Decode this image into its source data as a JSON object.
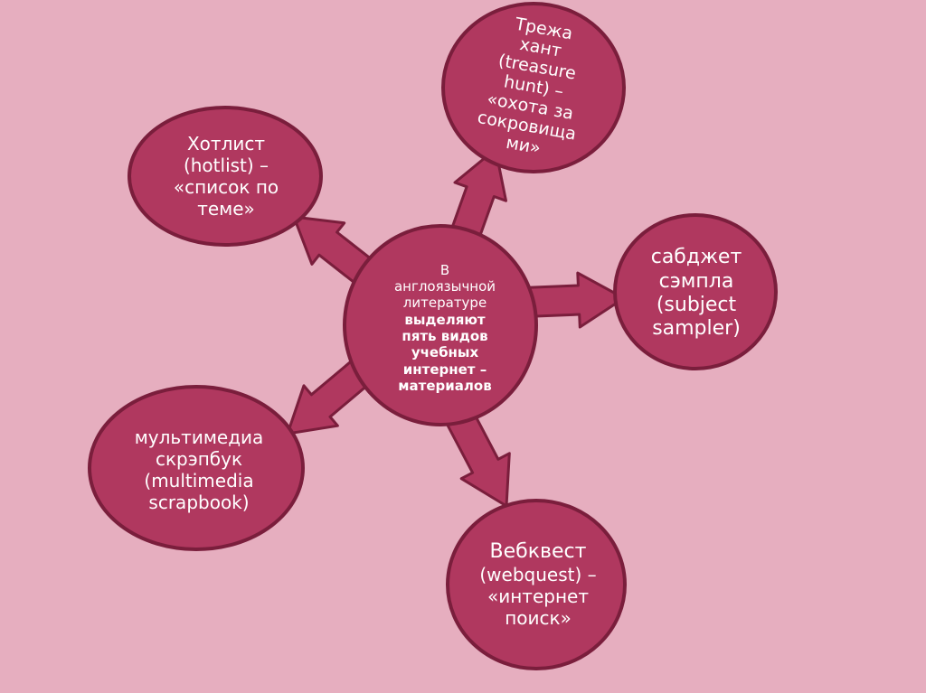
{
  "diagram": {
    "center": {
      "lines": [
        "В",
        "англоязычной",
        "литературе"
      ],
      "bold_lines": [
        "выделяют",
        "пять видов",
        "учебных",
        "интернет –",
        "материалов"
      ]
    },
    "nodes": {
      "hotlist": {
        "lines": [
          "Хотлист",
          "(hotlist) –",
          "«список по",
          "теме»"
        ]
      },
      "treasure_hunt": {
        "lines": [
          "Трежа",
          "хант",
          "(treasure",
          "hunt) –",
          "«охота за",
          "сокровища",
          "ми»"
        ]
      },
      "subject_sampler": {
        "lines": [
          "сабджет",
          "сэмпла",
          "(subject",
          "sampler)"
        ]
      },
      "multimedia_scrapbook": {
        "lines": [
          "мультимедиа",
          "скрэпбук",
          "(multimedia",
          "scrapbook)"
        ]
      },
      "webquest": {
        "lines": [
          "Вебквест",
          "(webquest) –",
          "«интернет",
          "поиск»"
        ]
      }
    },
    "colors": {
      "background": "#e6aebf",
      "node_fill": "#b0385f",
      "node_border": "#7a1e3c",
      "text": "#ffffff"
    }
  }
}
